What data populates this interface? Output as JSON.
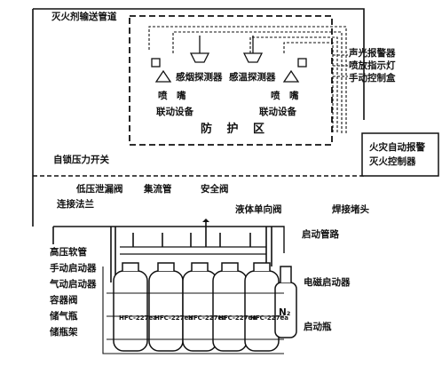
{
  "labels": {
    "pipe_title": "灭火剂输送管道",
    "smoke_detector": "感烟探测器",
    "heat_detector": "感温探测器",
    "nozzle_left": "喷　嘴",
    "nozzle_right": "喷　嘴",
    "linkage_left": "联动设备",
    "linkage_right": "联动设备",
    "protection_zone": "防 护 区",
    "sound_light_alarm": "声光报警器",
    "release_indicator": "喷放指示灯",
    "manual_control_box": "手动控制盒",
    "self_lock_pressure_switch": "自锁压力开关",
    "controller_line1": "火灾自动报警",
    "controller_line2": "灭火控制器",
    "low_pressure_relief_valve": "低压泄漏阀",
    "collector_pipe": "集流管",
    "safety_valve": "安全阀",
    "connecting_flange": "连接法兰",
    "liquid_check_valve": "液体单向阀",
    "welded_plug": "焊接堵头",
    "start_pipeline": "启动管路",
    "high_pressure_hose": "高压软管",
    "manual_actuator": "手动启动器",
    "pneumatic_actuator": "气动启动器",
    "container_valve": "容器阀",
    "storage_cylinder": "储气瓶",
    "cylinder_rack": "储瓶架",
    "solenoid_actuator": "电磁启动器",
    "start_cylinder": "启动瓶",
    "n2_label": "N₂"
  },
  "cylinders": [
    "HFC-227ea",
    "HFC-227ea",
    "HFC-227ea",
    "HFC-227ea",
    "HFC-227ea"
  ]
}
